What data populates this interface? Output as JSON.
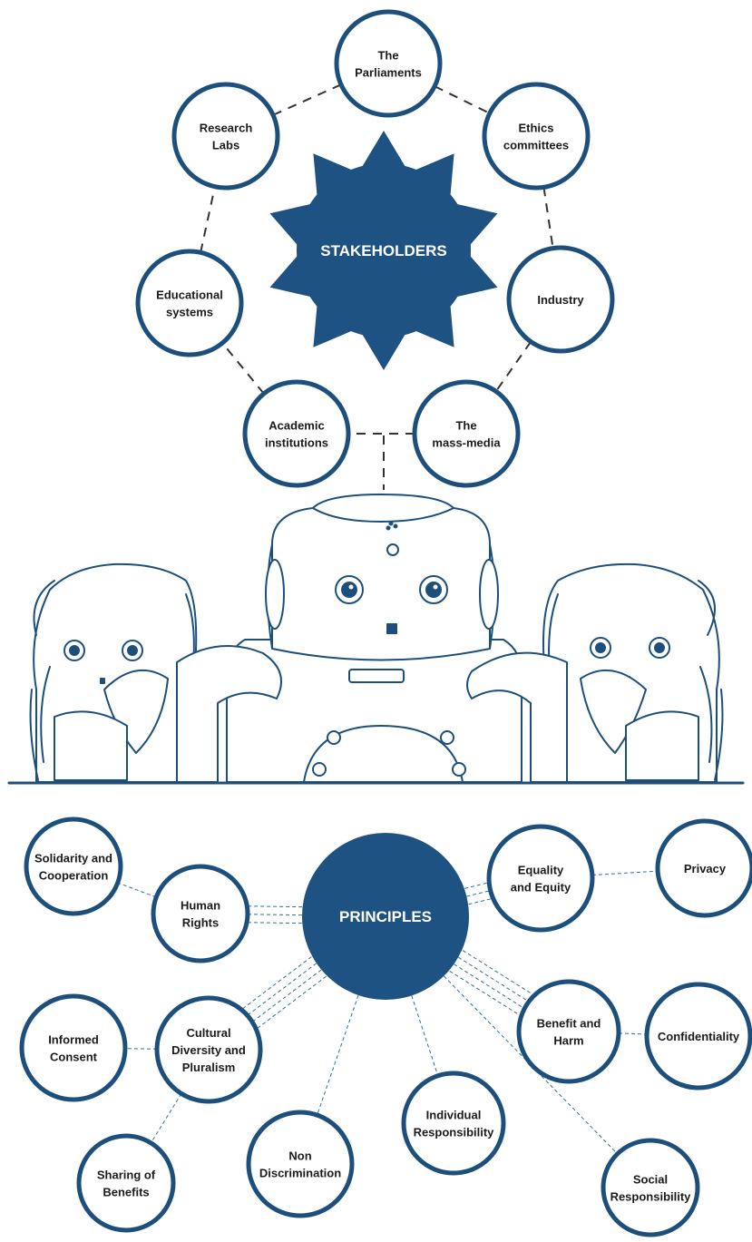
{
  "colors": {
    "navy": "#1d5282",
    "outline": "#1d4f7d",
    "line": "#2f6fa5",
    "text": "#1b1b1b",
    "robot_fill": "#ffffff"
  },
  "stakeholders": {
    "hub_label": "STAKEHOLDERS",
    "nodes": [
      {
        "id": "parliaments",
        "lines": [
          "The",
          "Parliaments"
        ]
      },
      {
        "id": "ethics-committees",
        "lines": [
          "Ethics",
          "committees"
        ]
      },
      {
        "id": "industry",
        "lines": [
          "Industry"
        ]
      },
      {
        "id": "mass-media",
        "lines": [
          "The",
          "mass-media"
        ]
      },
      {
        "id": "academic-institutions",
        "lines": [
          "Academic",
          "institutions"
        ]
      },
      {
        "id": "educational-systems",
        "lines": [
          "Educational",
          "systems"
        ]
      },
      {
        "id": "research-labs",
        "lines": [
          "Research",
          "Labs"
        ]
      }
    ]
  },
  "principles": {
    "hub_label": "PRINCIPLES",
    "nodes": [
      {
        "id": "solidarity-cooperation",
        "lines": [
          "Solidarity and",
          "Cooperation"
        ]
      },
      {
        "id": "human-rights",
        "lines": [
          "Human",
          "Rights"
        ]
      },
      {
        "id": "equality-equity",
        "lines": [
          "Equality",
          "and Equity"
        ]
      },
      {
        "id": "privacy",
        "lines": [
          "Privacy"
        ]
      },
      {
        "id": "informed-consent",
        "lines": [
          "Informed",
          "Consent"
        ]
      },
      {
        "id": "cultural-diversity",
        "lines": [
          "Cultural",
          "Diversity and",
          "Pluralism"
        ]
      },
      {
        "id": "benefit-harm",
        "lines": [
          "Benefit and",
          "Harm"
        ]
      },
      {
        "id": "confidentiality",
        "lines": [
          "Confidentiality"
        ]
      },
      {
        "id": "individual-responsibility",
        "lines": [
          "Individual",
          "Responsibility"
        ]
      },
      {
        "id": "non-discrimination",
        "lines": [
          "Non",
          "Discrimination"
        ]
      },
      {
        "id": "sharing-benefits",
        "lines": [
          "Sharing of",
          "Benefits"
        ]
      },
      {
        "id": "social-responsibility",
        "lines": [
          "Social",
          "Responsibility"
        ]
      }
    ]
  }
}
